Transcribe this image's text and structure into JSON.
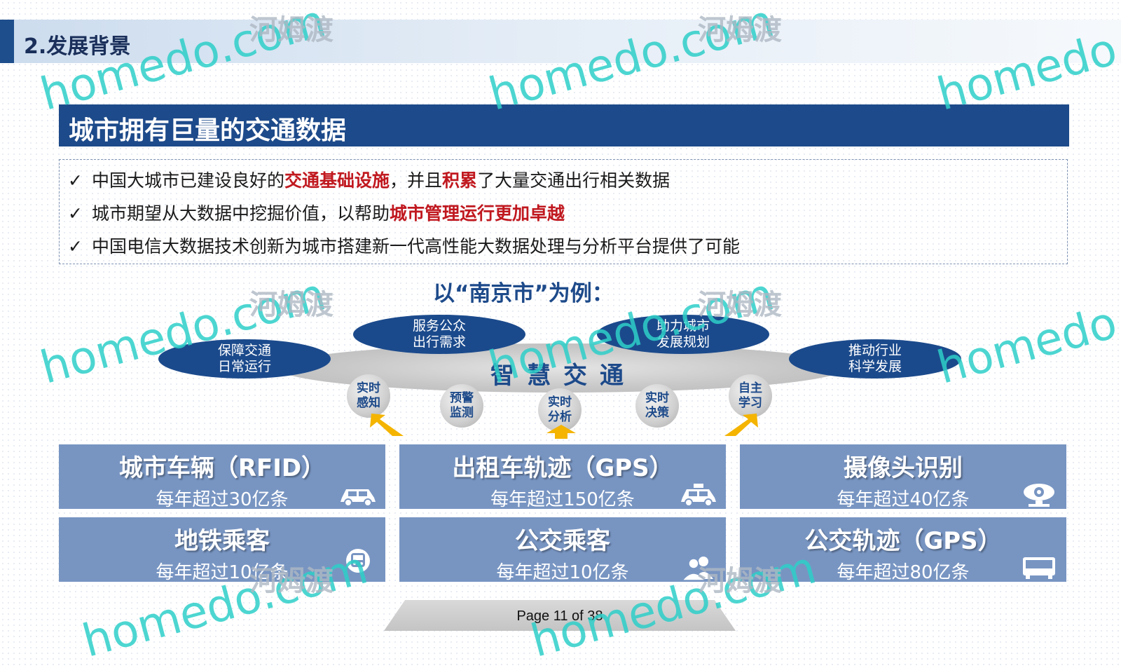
{
  "section": {
    "title": "2.发展背景"
  },
  "headline": "城市拥有巨量的交通数据",
  "bullets": [
    {
      "check": "✓",
      "parts": [
        "中国大城市已建设良好的",
        "交通基础设施",
        "，并且",
        "积累",
        "了大量交通出行相关数据"
      ]
    },
    {
      "check": "✓",
      "parts": [
        "城市期望从大数据中挖掘价值，以帮助",
        "城市管理运行更加卓越"
      ]
    },
    {
      "check": "✓",
      "parts": [
        "中国电信大数据技术创新为城市搭建新一代高性能大数据处理与分析平台提供了可能"
      ]
    }
  ],
  "example_title": "以“南京市”为例：",
  "hub": {
    "label": "智慧交通"
  },
  "goals": [
    {
      "line1": "保障交通",
      "line2": "日常运行"
    },
    {
      "line1": "服务公众",
      "line2": "出行需求"
    },
    {
      "line1": "助力城市",
      "line2": "发展规划"
    },
    {
      "line1": "推动行业",
      "line2": "科学发展"
    }
  ],
  "capabilities": [
    {
      "line1": "实时",
      "line2": "感知"
    },
    {
      "line1": "预警",
      "line2": "监测"
    },
    {
      "line1": "实时",
      "line2": "分析"
    },
    {
      "line1": "实时",
      "line2": "决策"
    },
    {
      "line1": "自主",
      "line2": "学习"
    }
  ],
  "data_sources": [
    {
      "title": "城市车辆（RFID）",
      "subtitle": "每年超过30亿条",
      "icon": "car-icon"
    },
    {
      "title": "出租车轨迹（GPS）",
      "subtitle": "每年超过150亿条",
      "icon": "taxi-icon"
    },
    {
      "title": "摄像头识别",
      "subtitle": "每年超过40亿条",
      "icon": "camera-icon"
    },
    {
      "title": "地铁乘客",
      "subtitle": "每年超过10亿条",
      "icon": "metro-icon"
    },
    {
      "title": "公交乘客",
      "subtitle": "每年超过10亿条",
      "icon": "passengers-icon"
    },
    {
      "title": "公交轨迹（GPS）",
      "subtitle": "每年超过80亿条",
      "icon": "bus-icon"
    }
  ],
  "footer": {
    "page": "Page 11 of 38"
  },
  "watermark": {
    "text": "homedo.com",
    "cn": "河姆渡"
  },
  "colors": {
    "navy": "#1d4a8a",
    "tile": "#7895c2",
    "highlight": "#c0181f",
    "arrow": "#f4b400"
  }
}
